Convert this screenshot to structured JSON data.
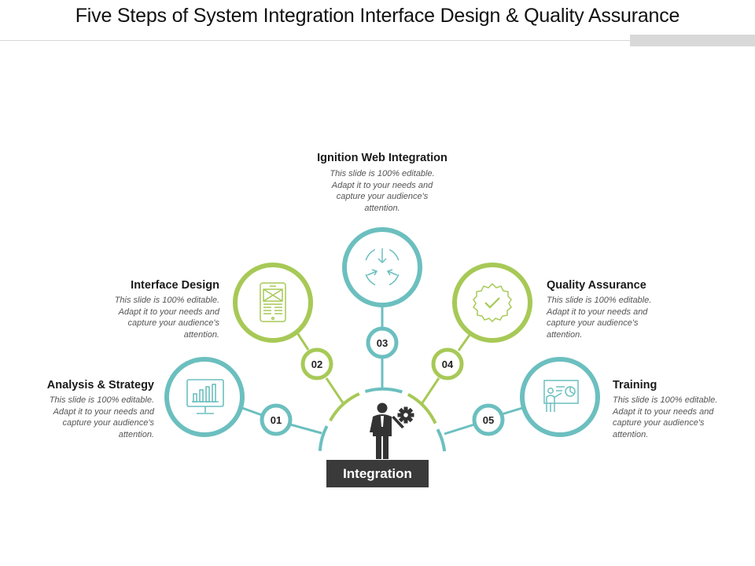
{
  "title": "Five Steps of System Integration Interface Design & Quality Assurance",
  "hub": {
    "label": "Integration",
    "icons": [
      "businessman-icon",
      "gear-icon"
    ]
  },
  "colors": {
    "teal": "#6cbfbf",
    "green": "#a7c957",
    "hub": "#3a3a3a"
  },
  "steps": [
    {
      "number": "01",
      "title": "Analysis & Strategy",
      "description": "This slide is 100% editable. Adapt it to your needs and capture your audience's attention.",
      "icon": "bar-chart-monitor-icon",
      "color": "teal"
    },
    {
      "number": "02",
      "title": "Interface Design",
      "description": "This slide is 100% editable. Adapt it to your needs and capture your audience's attention.",
      "icon": "wireframe-tablet-icon",
      "color": "green"
    },
    {
      "number": "03",
      "title": "Ignition Web Integration",
      "description": "This slide is 100% editable. Adapt it to your needs and capture your audience's attention.",
      "icon": "arrows-converge-icon",
      "color": "teal"
    },
    {
      "number": "04",
      "title": "Quality Assurance",
      "description": "This slide is 100% editable. Adapt it to your needs and capture your audience's attention.",
      "icon": "check-badge-icon",
      "color": "green"
    },
    {
      "number": "05",
      "title": "Training",
      "description": "This slide is 100% editable. Adapt it to your needs and capture your audience's attention.",
      "icon": "presentation-icon",
      "color": "teal"
    }
  ]
}
